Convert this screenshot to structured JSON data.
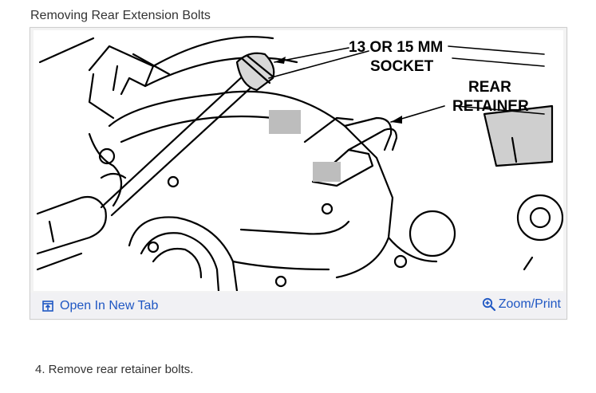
{
  "figure": {
    "caption": "Removing Rear Extension Bolts",
    "labels": {
      "socket_line1": "13 OR 15 MM",
      "socket_line2": "SOCKET",
      "retainer_line1": "REAR",
      "retainer_line2": "RETAINER"
    }
  },
  "toolbar": {
    "open_tab_label": "Open In New Tab",
    "zoom_label": "Zoom/Print",
    "link_color": "#1f57c3"
  },
  "steps": {
    "step_4": "4. Remove rear retainer bolts."
  },
  "icons": {
    "open_tab": "open-in-new-tab-icon",
    "zoom": "zoom-magnifier-icon"
  }
}
